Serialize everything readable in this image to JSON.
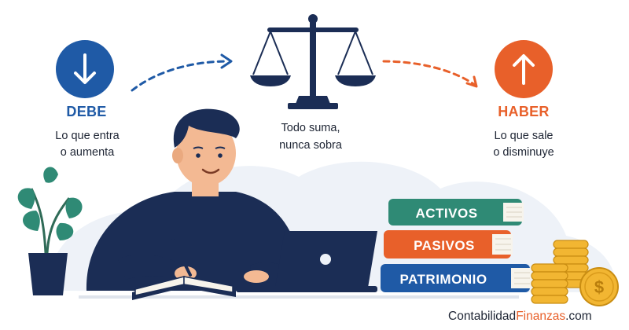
{
  "debe": {
    "title": "DEBE",
    "line1": "Lo que entra",
    "line2": "o aumenta",
    "icon": "arrow-down-icon",
    "color": "#1f5aa6"
  },
  "balance": {
    "line1": "Todo suma,",
    "line2": "nunca sobra",
    "icon": "scale-icon"
  },
  "haber": {
    "title": "HABER",
    "line1": "Lo que sale",
    "line2": "o disminuye",
    "icon": "arrow-up-icon",
    "color": "#e8602a"
  },
  "books": {
    "top": "ACTIVOS",
    "middle": "PASIVOS",
    "bottom": "PATRIMONIO",
    "colors": [
      "#2f8a75",
      "#e8602a",
      "#1f5aa6"
    ]
  },
  "coin_symbol": "$",
  "brand": {
    "part1": "Contabilidad",
    "part2": "Finanzas",
    "part3": ".com"
  }
}
